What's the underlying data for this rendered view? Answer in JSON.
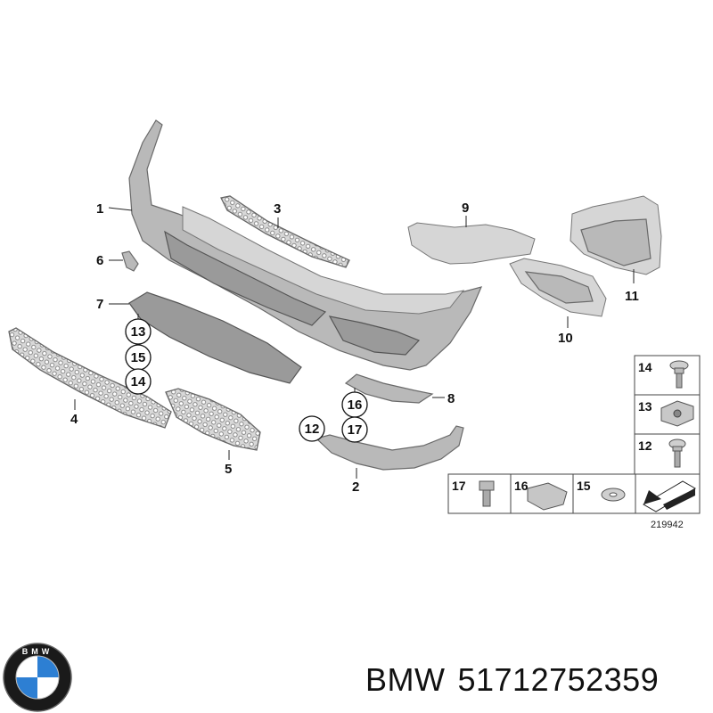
{
  "callouts": {
    "c1": "1",
    "c2": "2",
    "c3": "3",
    "c4": "4",
    "c5": "5",
    "c6": "6",
    "c7": "7",
    "c8": "8",
    "c9": "9",
    "c10": "10",
    "c11": "11",
    "ring13": "13",
    "ring15": "15",
    "ring14": "14",
    "ring16": "16",
    "ring17": "17",
    "ring12": "12"
  },
  "fastener_table": {
    "cells": {
      "r14": "14",
      "r13": "13",
      "r12": "12",
      "b17": "17",
      "b16": "16",
      "b15": "15"
    },
    "diagram_code": "219942"
  },
  "caption": {
    "brand": "BMW",
    "part_number": "51712752359"
  },
  "logo": {
    "text": "BMW",
    "colors": {
      "blue": "#2d7fd3",
      "white": "#ffffff",
      "ring": "#1a1a1a"
    }
  }
}
